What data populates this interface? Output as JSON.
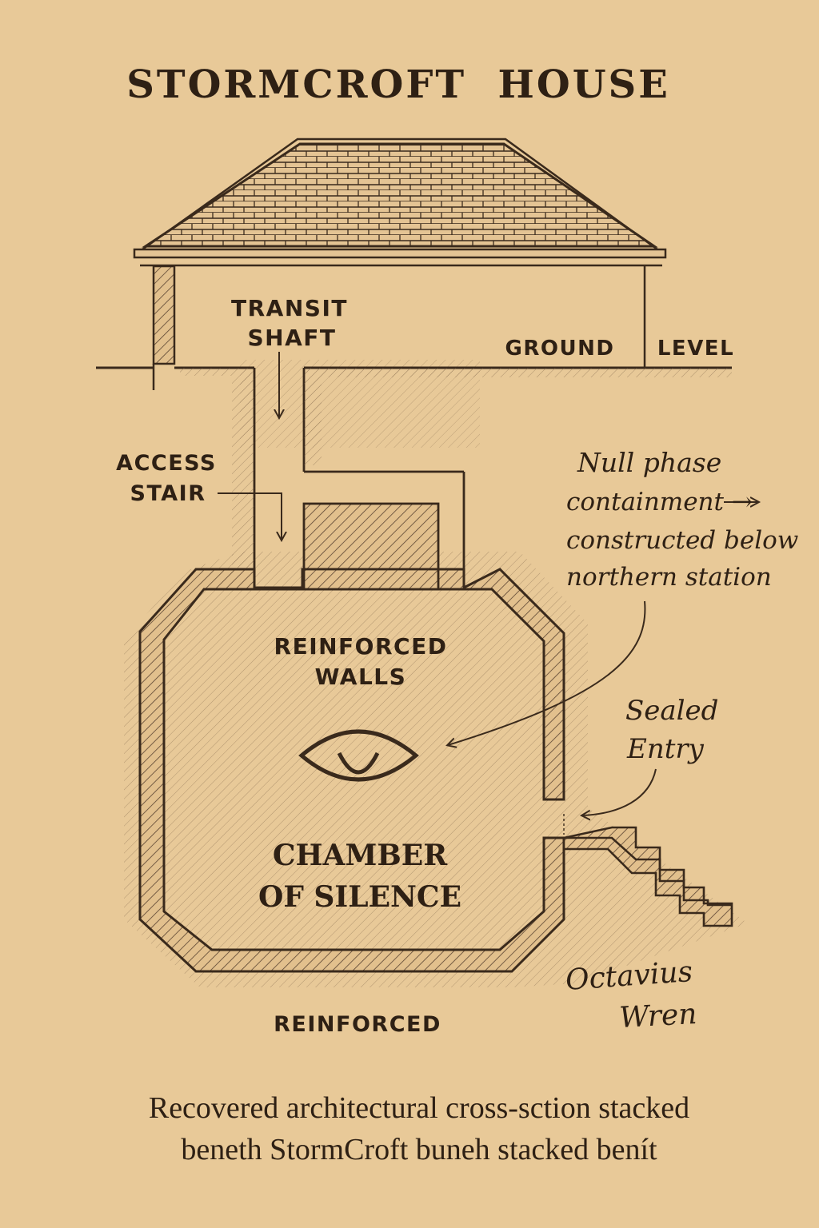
{
  "title": "STORMCROFT  HOUSE",
  "labels": {
    "transit_shaft": [
      "TRANSIT",
      "SHAFT"
    ],
    "ground": "GROUND",
    "level": "LEVEL",
    "access_stair": [
      "ACCESS",
      "STAIR"
    ],
    "reinforced_walls": [
      "REINFORCED",
      "WALLS"
    ],
    "chamber": [
      "CHAMBER",
      "OF SILENCE"
    ],
    "reinforced_bottom": "REINFORCED"
  },
  "annotations": {
    "null_phase": [
      "Null phase",
      "containment →",
      "constructed below",
      "northern station"
    ],
    "sealed_entry": [
      "Sealed",
      "Entry"
    ],
    "signature": [
      "Octavius",
      "Wren"
    ]
  },
  "caption": [
    "Recovered architectural cross-sction stacked",
    "beneth StormCroft buneh stacked benít"
  ],
  "colors": {
    "paper": "#e8c998",
    "ink": "#3a2a1c",
    "hatch": "#5a4432"
  }
}
